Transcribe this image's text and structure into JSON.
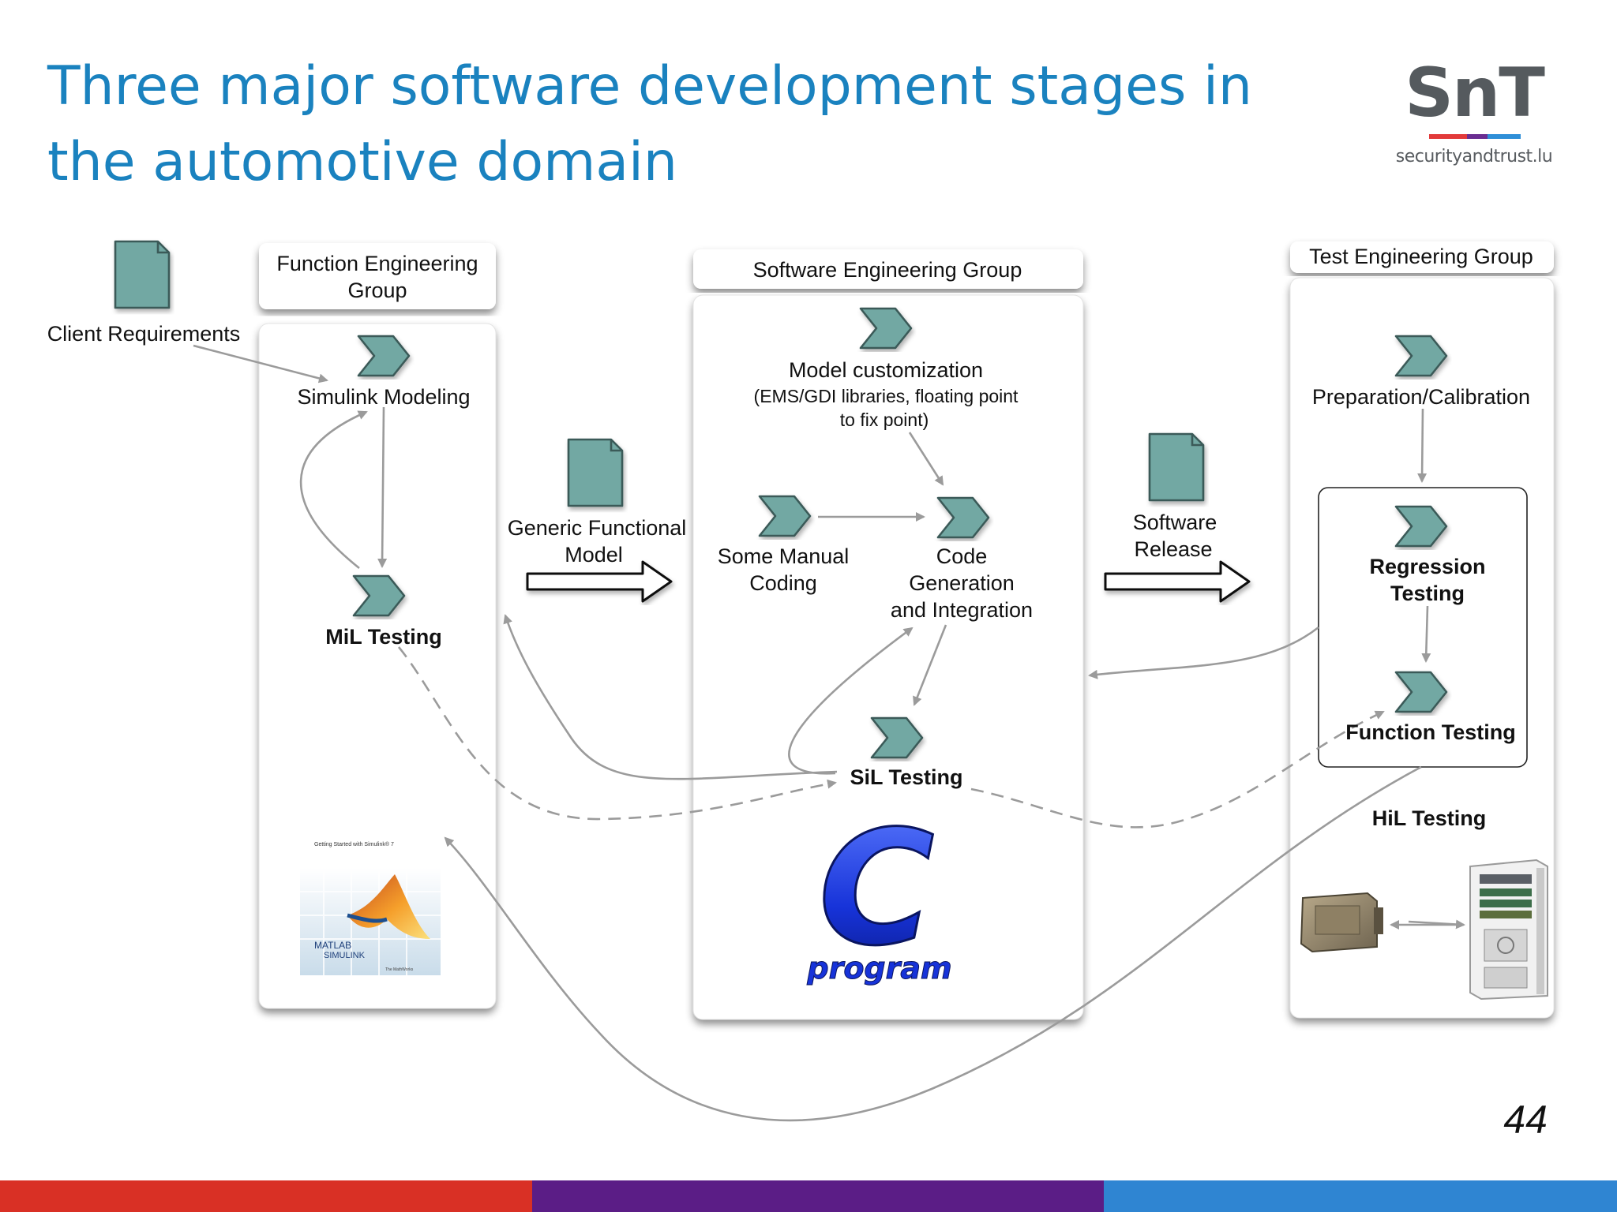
{
  "title": {
    "line1": "Three major software development stages in",
    "line2": "the automotive domain"
  },
  "logo": {
    "mark": "SnT",
    "url": "securityandtrust.lu",
    "stripe_colors": [
      "#e23a3a",
      "#6a2d91",
      "#2f8fd8"
    ]
  },
  "page_number": "44",
  "footer_colors": [
    "#d93025",
    "#5b1d86",
    "#2f85d2"
  ],
  "colors": {
    "node_fill": "#72a8a3",
    "node_stroke": "#3a5a58",
    "connector": "#9b9b9b",
    "title_blue": "#1a82bf"
  },
  "documents": {
    "client_requirements": "Client Requirements",
    "generic_model_line1": "Generic Functional",
    "generic_model_line2": "Model",
    "software_release_line1": "Software",
    "software_release_line2": "Release"
  },
  "groups": {
    "function_engineering": {
      "header_line1": "Function Engineering",
      "header_line2": "Group",
      "simulink_modeling": "Simulink Modeling",
      "mil_testing": "MiL Testing",
      "book": {
        "caption": "Getting Started with Simulink® 7",
        "brand_line1": "MATLAB",
        "brand_line2": "SIMULINK",
        "publisher": "The MathWorks"
      }
    },
    "software_engineering": {
      "header": "Software Engineering Group",
      "model_customization": "Model customization",
      "model_customization_detail1": "(EMS/GDI libraries, floating point",
      "model_customization_detail2": "to fix point)",
      "manual_coding_line1": "Some Manual",
      "manual_coding_line2": "Coding",
      "code_gen_line1": "Code",
      "code_gen_line2": "Generation",
      "code_gen_line3": "and Integration",
      "sil_testing": "SiL Testing",
      "c_logo_letter": "C",
      "c_logo_word": "program"
    },
    "test_engineering": {
      "header": "Test Engineering Group",
      "preparation": "Preparation/Calibration",
      "regression_line1": "Regression",
      "regression_line2": "Testing",
      "function_testing": "Function Testing",
      "hil_testing": "HiL Testing"
    }
  }
}
